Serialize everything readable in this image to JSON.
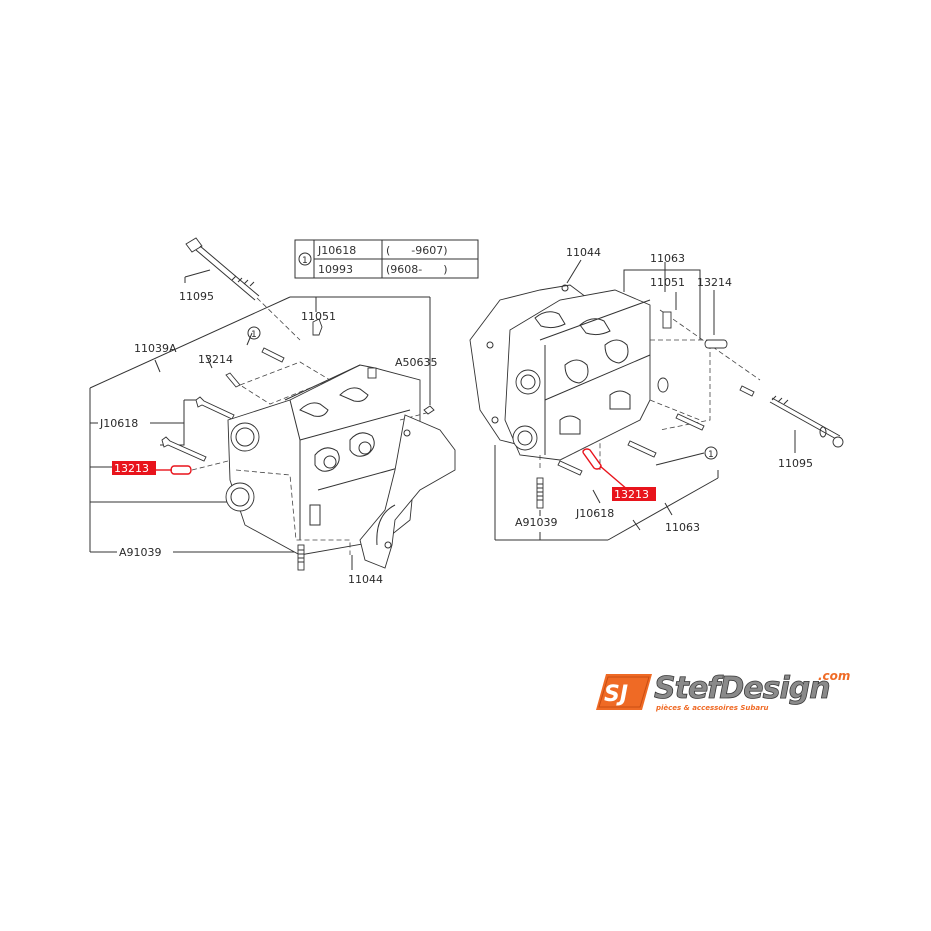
{
  "legend": {
    "ref_symbol": "1",
    "rows": [
      {
        "part": "J10618",
        "range": "(      -9607)"
      },
      {
        "part": "10993",
        "range": "(9608-      )"
      }
    ]
  },
  "left_diagram": {
    "labels": {
      "bolt_top": "11095",
      "head_assy": "11039A",
      "dowel_pin": "13214",
      "plug": "11051",
      "stud_bolt": "A50635",
      "bolt_j": "J10618",
      "highlighted": "13213",
      "stud_lower": "A91039",
      "gasket": "11044",
      "ref": "1"
    }
  },
  "right_diagram": {
    "labels": {
      "gasket": "11044",
      "head_assy": "11063",
      "plug": "11051",
      "dowel_pin": "13214",
      "bolt_long": "11095",
      "highlighted": "13213",
      "bolt_j": "J10618",
      "stud_lower": "A91039",
      "head_assy_bottom": "11063",
      "ref": "1"
    }
  },
  "logo": {
    "initials": "SJ",
    "brand": "StefDesign",
    "domain_suffix": ".com",
    "tagline": "pièces & accessoires Subaru"
  },
  "colors": {
    "highlight": "#e8141c",
    "logo_orange": "#ef6a25",
    "logo_gray": "#8a8a8a",
    "line": "#333333"
  }
}
